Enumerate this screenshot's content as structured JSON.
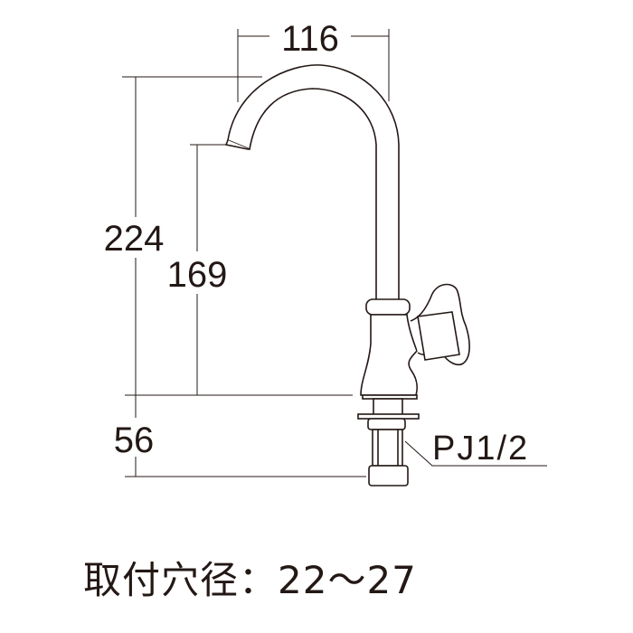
{
  "dimensions": {
    "spout_reach": "116",
    "total_height": "224",
    "spout_height": "169",
    "shank_length": "56",
    "thread_spec": "PJ1/2"
  },
  "caption": "取付穴径：22～27",
  "colors": {
    "line": "#231815",
    "background": "#ffffff"
  }
}
